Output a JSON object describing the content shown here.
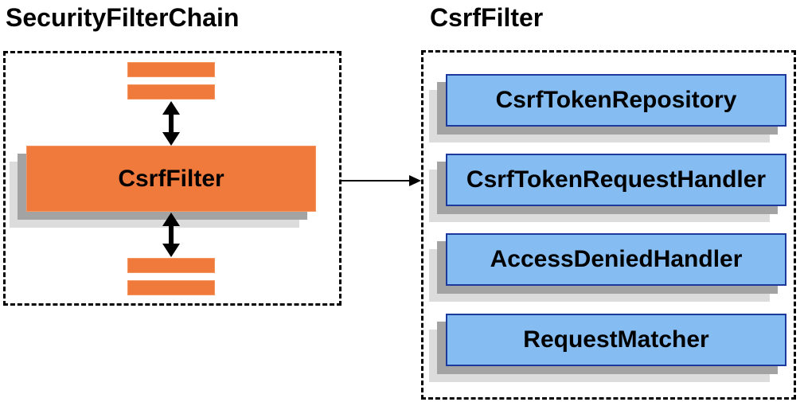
{
  "left_panel": {
    "title": "SecurityFilterChain",
    "filter_label": "CsrfFilter"
  },
  "right_panel": {
    "title": "CsrfFilter",
    "components": [
      {
        "label": "CsrfTokenRepository"
      },
      {
        "label": "CsrfTokenRequestHandler"
      },
      {
        "label": "AccessDeniedHandler"
      },
      {
        "label": "RequestMatcher"
      }
    ]
  },
  "icons": {
    "vertical_arrows": "double-headed-arrow",
    "connector": "right-arrow"
  },
  "colors": {
    "page_bg": "#FFFFFF",
    "orange": "#F0793C",
    "orange_border": "#F5955F",
    "blue_fill": "#85BDF2",
    "blue_border": "#1C3A9E",
    "shadow_dark": "#A3A3A3",
    "shadow_light": "#DCDCDC",
    "line": "#000000",
    "text": "#000000"
  }
}
